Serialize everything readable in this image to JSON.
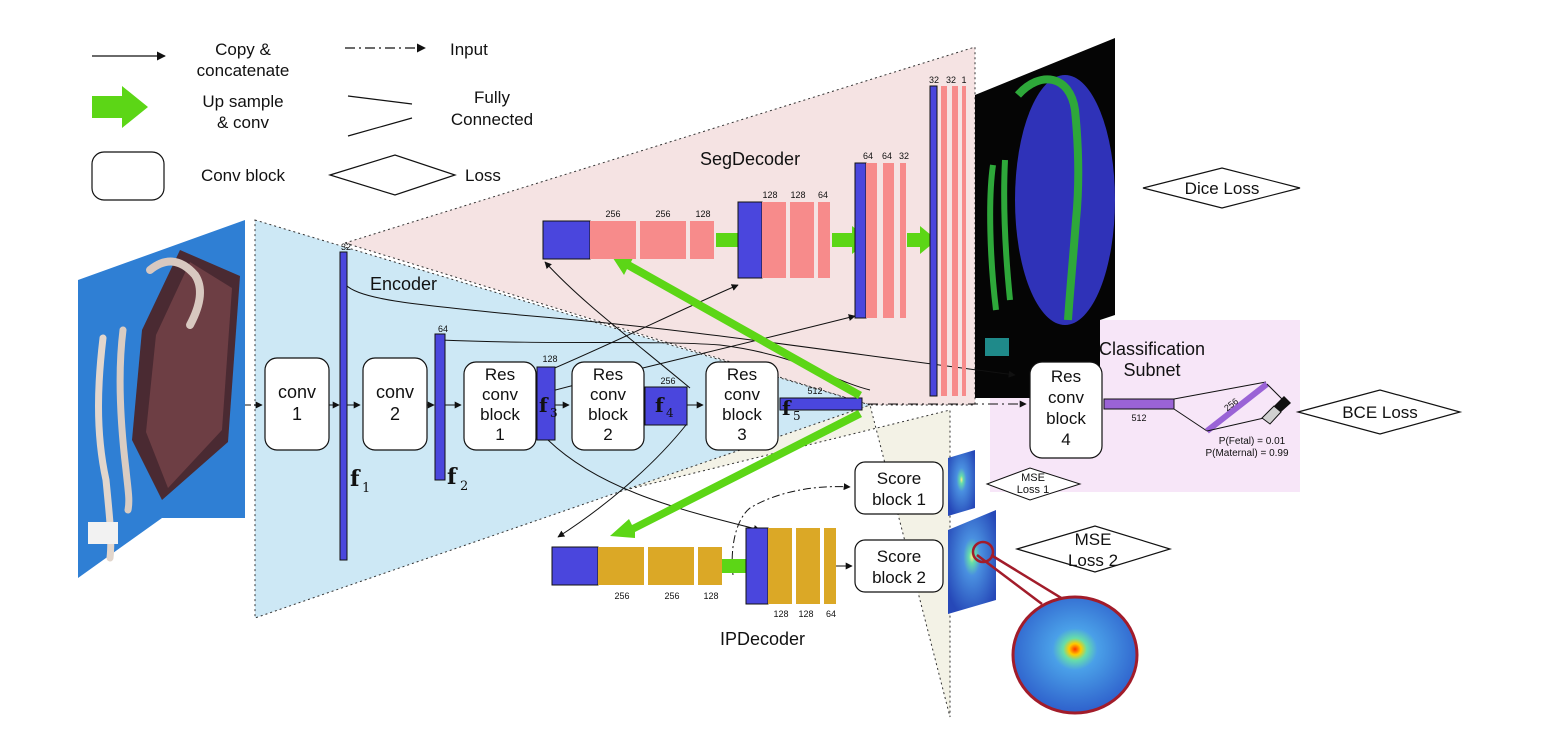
{
  "legend": {
    "copy_concat": [
      "Copy &",
      "concatenate"
    ],
    "input": "Input",
    "upsample": [
      "Up sample",
      "& conv"
    ],
    "fully_connected": [
      "Fully",
      "Connected"
    ],
    "conv_block": "Conv block",
    "loss": "Loss"
  },
  "regions": {
    "encoder": "Encoder",
    "seg_decoder": "SegDecoder",
    "ip_decoder": "IPDecoder",
    "classification": [
      "Classification",
      "Subnet"
    ]
  },
  "blocks": {
    "conv1": [
      "conv",
      "1"
    ],
    "conv2": [
      "conv",
      "2"
    ],
    "res1": [
      "Res",
      "conv",
      "block",
      "1"
    ],
    "res2": [
      "Res",
      "conv",
      "block",
      "2"
    ],
    "res3": [
      "Res",
      "conv",
      "block",
      "3"
    ],
    "res4": [
      "Res",
      "conv",
      "block",
      "4"
    ],
    "score1": [
      "Score",
      "block 1"
    ],
    "score2": [
      "Score",
      "block 2"
    ]
  },
  "features": {
    "f1": "f",
    "f1_sub": "1",
    "f2": "f",
    "f2_sub": "2",
    "f3": "f",
    "f3_sub": "3",
    "f4": "f",
    "f4_sub": "4",
    "f5": "f",
    "f5_sub": "5"
  },
  "channels": {
    "enc_f1": "32",
    "enc_f2": "64",
    "enc_f3": "128",
    "enc_f4": "256",
    "enc_f5": "512",
    "seg_stage1": [
      "256",
      "256",
      "128"
    ],
    "seg_stage2": [
      "128",
      "128",
      "64"
    ],
    "seg_stage3": [
      "64",
      "64",
      "32"
    ],
    "seg_stage4": [
      "32",
      "32",
      "1"
    ],
    "ip_stage1": [
      "256",
      "256",
      "128"
    ],
    "ip_stage2": [
      "128",
      "128",
      "64"
    ],
    "cls_fc1": "512",
    "cls_fc2": "256"
  },
  "losses": {
    "dice": "Dice Loss",
    "bce": "BCE Loss",
    "mse1": [
      "MSE",
      "Loss 1"
    ],
    "mse2": [
      "MSE",
      "Loss 2"
    ]
  },
  "probabilities": {
    "fetal": "P(Fetal) = 0.01",
    "maternal": "P(Maternal) = 0.99"
  },
  "colors": {
    "blue_feature": "#4a46dd",
    "salmon": "#f78b8b",
    "gold": "#dba826",
    "green_arrow": "#5cd616",
    "encoder_bg": "#cde8f5",
    "seg_bg": "#f5e3e3",
    "ip_bg": "#f3f2e6",
    "cls_bg": "#f7e6f8"
  },
  "icons": [
    "placenta-photo",
    "segmentation-mask",
    "heatmap-small",
    "heatmap-large",
    "heatmap-zoom"
  ]
}
